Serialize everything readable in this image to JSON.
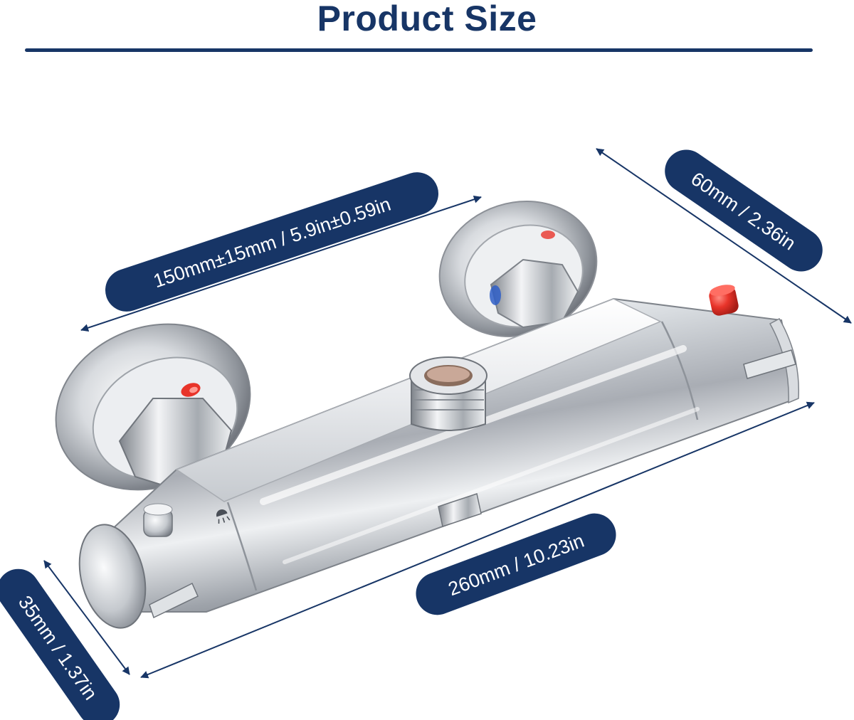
{
  "page": {
    "title": "Product Size"
  },
  "colors": {
    "brand_navy": "#173566",
    "arrow": "#173566",
    "chrome_light": "#f4f6f8",
    "chrome_mid": "#b9bdc3",
    "chrome_dark": "#5d6169",
    "cap_red": "#e8342a",
    "cap_blue": "#2f5fc8"
  },
  "dimensions": {
    "inlet_spacing": "150mm±15mm / 5.9in±0.59in",
    "depth": "60mm / 2.36in",
    "length": "260mm / 10.23in",
    "diameter": "35mm / 1.37in"
  },
  "icons": {
    "shower": "shower-icon"
  }
}
